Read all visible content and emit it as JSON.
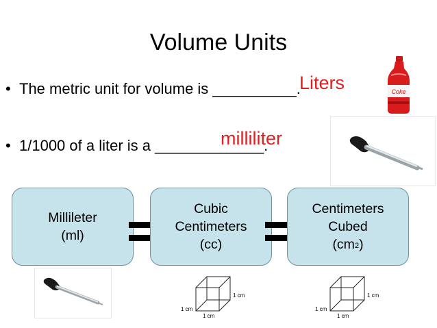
{
  "title": "Volume Units",
  "bullets": [
    {
      "text": "The metric unit for volume is __________.",
      "answer": "Liters"
    },
    {
      "text": "1/1000 of a liter is a _____________.",
      "answer": "milliliter"
    }
  ],
  "boxes": [
    {
      "line1": "Millileter",
      "line2": "(ml)"
    },
    {
      "line1": "Cubic",
      "line2": "Centimeters",
      "line3": "(cc)"
    },
    {
      "line1": "Centimeters",
      "line2": "Cubed",
      "line3_base": "(cm",
      "line3_sup": "2",
      "line3_end": ")"
    }
  ],
  "cube_labels": {
    "side": "1 cm",
    "front": "1 cm",
    "bottom": "1 cm"
  },
  "bottle_label": "Coke",
  "icons": [
    "soda-bottle-icon",
    "dropper-icon",
    "cube-icon",
    "bullet-icon",
    "equals-icon"
  ]
}
